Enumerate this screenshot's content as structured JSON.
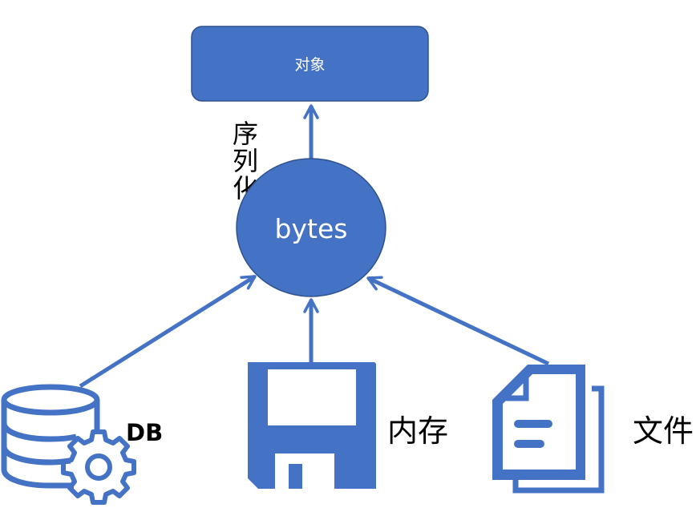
{
  "nodes": {
    "object": {
      "label": "对象"
    },
    "bytes": {
      "label": "bytes"
    },
    "db": {
      "label": "DB",
      "icon": "database-gear-icon"
    },
    "memory": {
      "label": "内存",
      "icon": "floppy-disk-icon"
    },
    "file": {
      "label": "文件",
      "icon": "documents-icon"
    }
  },
  "edges": {
    "serialize": {
      "label": "序列化"
    }
  },
  "colors": {
    "primary": "#4472c4",
    "node_border": "#2f528f",
    "text_on_primary": "#ffffff",
    "text": "#000000"
  }
}
